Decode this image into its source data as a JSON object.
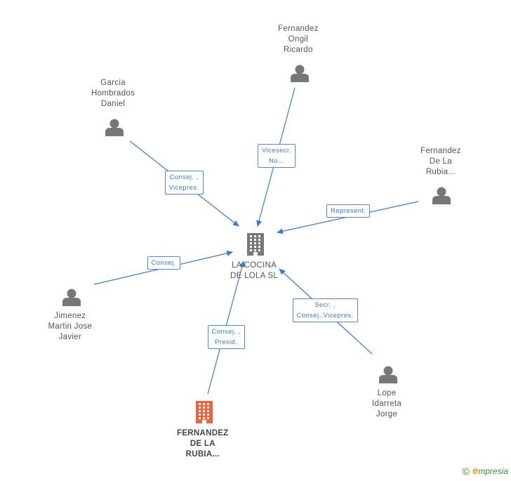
{
  "nodes": [
    {
      "id": "center",
      "kind": "company",
      "color": "#777777",
      "lines": [
        "LA COCINA",
        "DE LOLA SL"
      ],
      "bold": false
    },
    {
      "id": "ongil",
      "kind": "person",
      "lines": [
        "Fernandez",
        "Ongil",
        "Ricardo"
      ]
    },
    {
      "id": "hombrados",
      "kind": "person",
      "lines": [
        "Garcia",
        "Hombrados",
        "Daniel"
      ]
    },
    {
      "id": "delarubia_p",
      "kind": "person",
      "lines": [
        "Fernandez",
        "De La",
        "Rubia..."
      ]
    },
    {
      "id": "jimenez",
      "kind": "person",
      "lines": [
        "Jimenez",
        "Martin Jose",
        "Javier"
      ]
    },
    {
      "id": "lope",
      "kind": "person",
      "lines": [
        "Lope",
        "Idarreta",
        "Jorge"
      ]
    },
    {
      "id": "delarubia_c",
      "kind": "company",
      "color": "#f0623a",
      "lines": [
        "FERNANDEZ",
        "DE LA",
        "RUBIA..."
      ],
      "bold": true
    }
  ],
  "edges": [
    {
      "from": "ongil",
      "to": "center",
      "label": [
        "Vicesecr.",
        "No..."
      ]
    },
    {
      "from": "hombrados",
      "to": "center",
      "label": [
        "Consej. ,",
        "Vicepres."
      ]
    },
    {
      "from": "delarubia_p",
      "to": "center",
      "label": [
        "Represent."
      ]
    },
    {
      "from": "jimenez",
      "to": "center",
      "label": [
        "Consej."
      ]
    },
    {
      "from": "lope",
      "to": "center",
      "label": [
        "Secr. ,",
        "Consej.,Vicepres."
      ]
    },
    {
      "from": "delarubia_c",
      "to": "center",
      "label": [
        "Consej. ,",
        "Presid."
      ]
    }
  ],
  "footer": {
    "copyright": "©",
    "brand_initial": "e",
    "brand_rest": "mpresia"
  },
  "colors": {
    "edge": "#3a7bd5",
    "person_icon": "#777777"
  }
}
